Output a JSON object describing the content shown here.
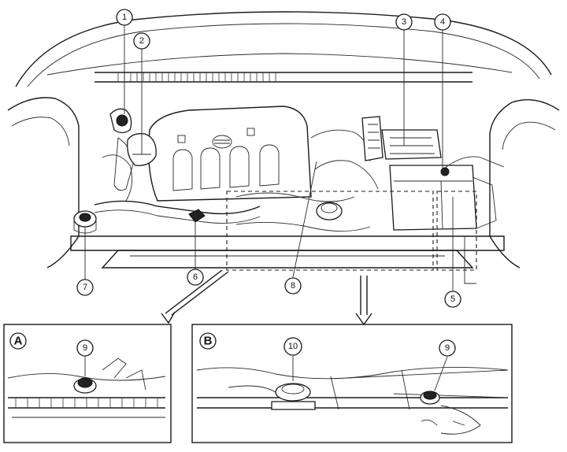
{
  "callouts": {
    "c1": "1",
    "c2": "2",
    "c3": "3",
    "c4": "4",
    "c5": "5",
    "c6": "6",
    "c7": "7",
    "c8": "8",
    "c9a": "9",
    "c9b": "9",
    "c10": "10"
  },
  "insets": {
    "a_label": "A",
    "b_label": "B"
  }
}
